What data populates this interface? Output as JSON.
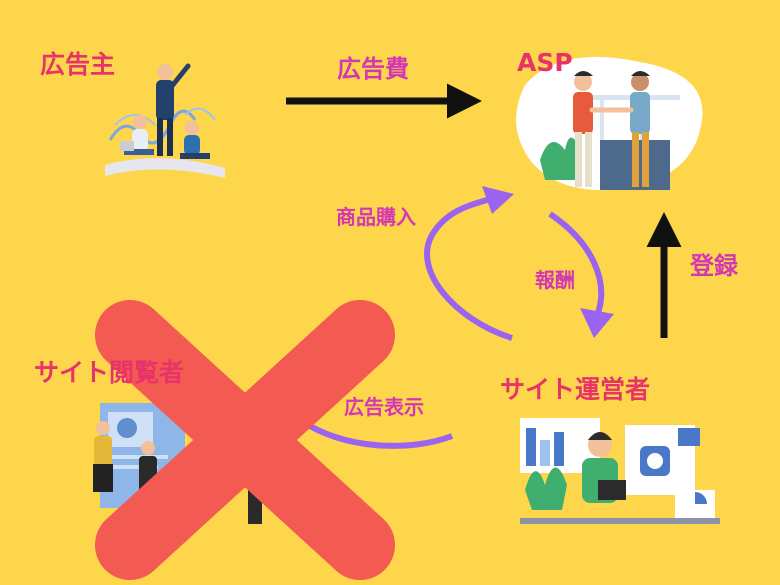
{
  "colors": {
    "background": "#fdd64c",
    "node_label": "#e8336a",
    "edge_label": "#d437b4",
    "black_arrow": "#111111",
    "purple_arrow": "#9a63f0",
    "cross": "#f25a52"
  },
  "nodes": {
    "advertiser": "広告主",
    "asp": "ASP",
    "viewer": "サイト閲覧者",
    "operator": "サイト運営者"
  },
  "edges": {
    "ad_fee": "広告費",
    "purchase": "商品購入",
    "reward": "報酬",
    "register": "登録",
    "ad_display": "広告表示"
  },
  "icons": {
    "advertiser": "business-team-illustration",
    "asp": "handshake-illustration",
    "viewer": "presentation-illustration",
    "operator": "web-operator-illustration",
    "cross": "cross-mark"
  }
}
